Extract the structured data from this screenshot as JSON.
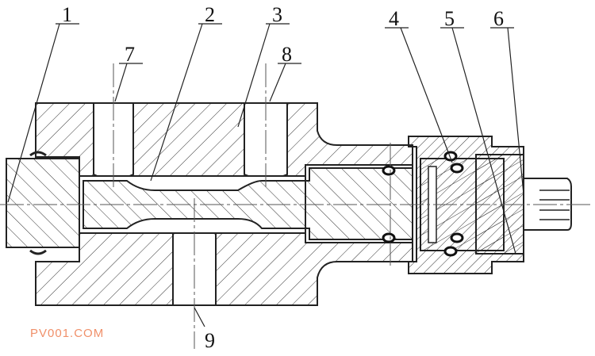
{
  "drawing": {
    "part_labels": [
      "1",
      "2",
      "3",
      "4",
      "5",
      "6",
      "7",
      "8",
      "9"
    ],
    "line_color": "#222222",
    "hatch_color": "#333333"
  },
  "watermark": {
    "text": "PV001.COM",
    "color": "#f0906a"
  }
}
